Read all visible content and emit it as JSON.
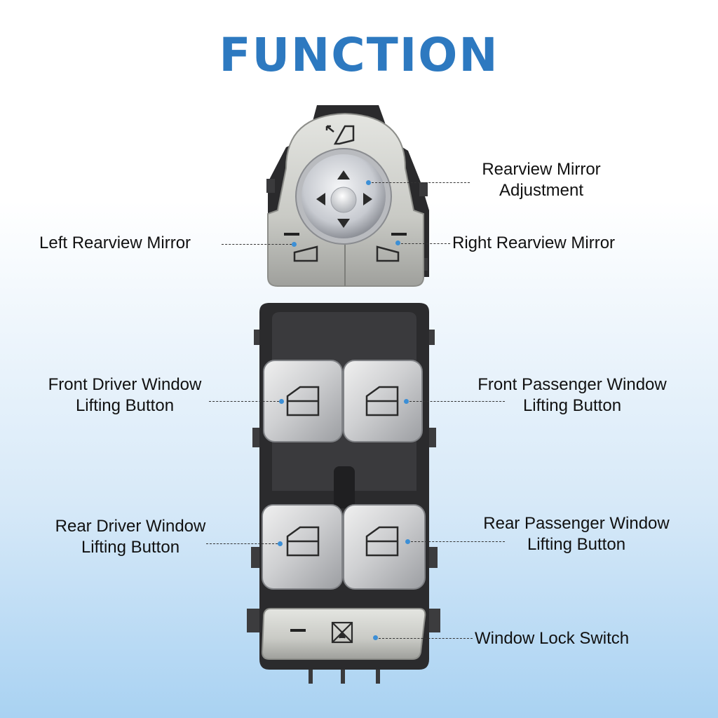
{
  "title": "FUNCTION",
  "callouts": {
    "rearview_mirror_adjustment": {
      "line1": "Rearview Mirror",
      "line2": "Adjustment"
    },
    "left_rearview_mirror": "Left Rearview Mirror",
    "right_rearview_mirror": "Right Rearview Mirror",
    "front_driver_window": {
      "line1": "Front Driver Window",
      "line2": "Lifting Button"
    },
    "front_passenger_window": {
      "line1": "Front Passenger Window",
      "line2": "Lifting Button"
    },
    "rear_driver_window": {
      "line1": "Rear Driver Window",
      "line2": "Lifting Button"
    },
    "rear_passenger_window": {
      "line1": "Rear Passenger Window",
      "line2": "Lifting Button"
    },
    "window_lock_switch": "Window Lock Switch"
  },
  "icons": {
    "mirror_select": "mirror-select-icon",
    "joystick": "joystick-arrows-icon",
    "left_mirror": "left-mirror-icon",
    "right_mirror": "right-mirror-icon",
    "window": "window-lift-icon",
    "lock": "window-lock-icon"
  },
  "colors": {
    "title": "#2d79c0",
    "dot": "#3c8fd6",
    "housing": "#2b2b2d",
    "silver": "#c9cac5"
  }
}
